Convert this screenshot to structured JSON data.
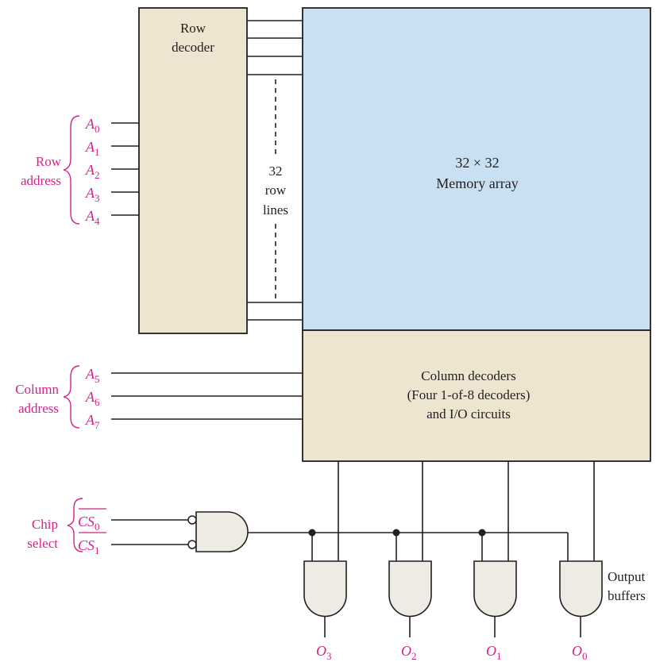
{
  "row_decoder": {
    "line1": "Row",
    "line2": "decoder"
  },
  "memory_array": {
    "line1": "32 × 32",
    "line2": "Memory array"
  },
  "row_lines": {
    "line1": "32",
    "line2": "row",
    "line3": "lines"
  },
  "column_decoders": {
    "line1": "Column decoders",
    "line2": "(Four 1-of-8 decoders)",
    "line3": "and I/O circuits"
  },
  "row_address": {
    "label1": "Row",
    "label2": "address",
    "pins": [
      {
        "letter": "A",
        "sub": "0"
      },
      {
        "letter": "A",
        "sub": "1"
      },
      {
        "letter": "A",
        "sub": "2"
      },
      {
        "letter": "A",
        "sub": "3"
      },
      {
        "letter": "A",
        "sub": "4"
      }
    ]
  },
  "column_address": {
    "label1": "Column",
    "label2": "address",
    "pins": [
      {
        "letter": "A",
        "sub": "5"
      },
      {
        "letter": "A",
        "sub": "6"
      },
      {
        "letter": "A",
        "sub": "7"
      }
    ]
  },
  "chip_select": {
    "label1": "Chip",
    "label2": "select",
    "pins": [
      {
        "letter": "CS",
        "sub": "0"
      },
      {
        "letter": "CS",
        "sub": "1"
      }
    ]
  },
  "outputs": [
    {
      "letter": "O",
      "sub": "3"
    },
    {
      "letter": "O",
      "sub": "2"
    },
    {
      "letter": "O",
      "sub": "1"
    },
    {
      "letter": "O",
      "sub": "0"
    }
  ],
  "output_buffers": {
    "line1": "Output",
    "line2": "buffers"
  },
  "colors": {
    "decoder_fill": "#eee5d0",
    "memory_fill": "#c9dff2",
    "label_color": "#d6218a",
    "line_color": "#231f20",
    "gate_fill": "#eeebe4"
  }
}
